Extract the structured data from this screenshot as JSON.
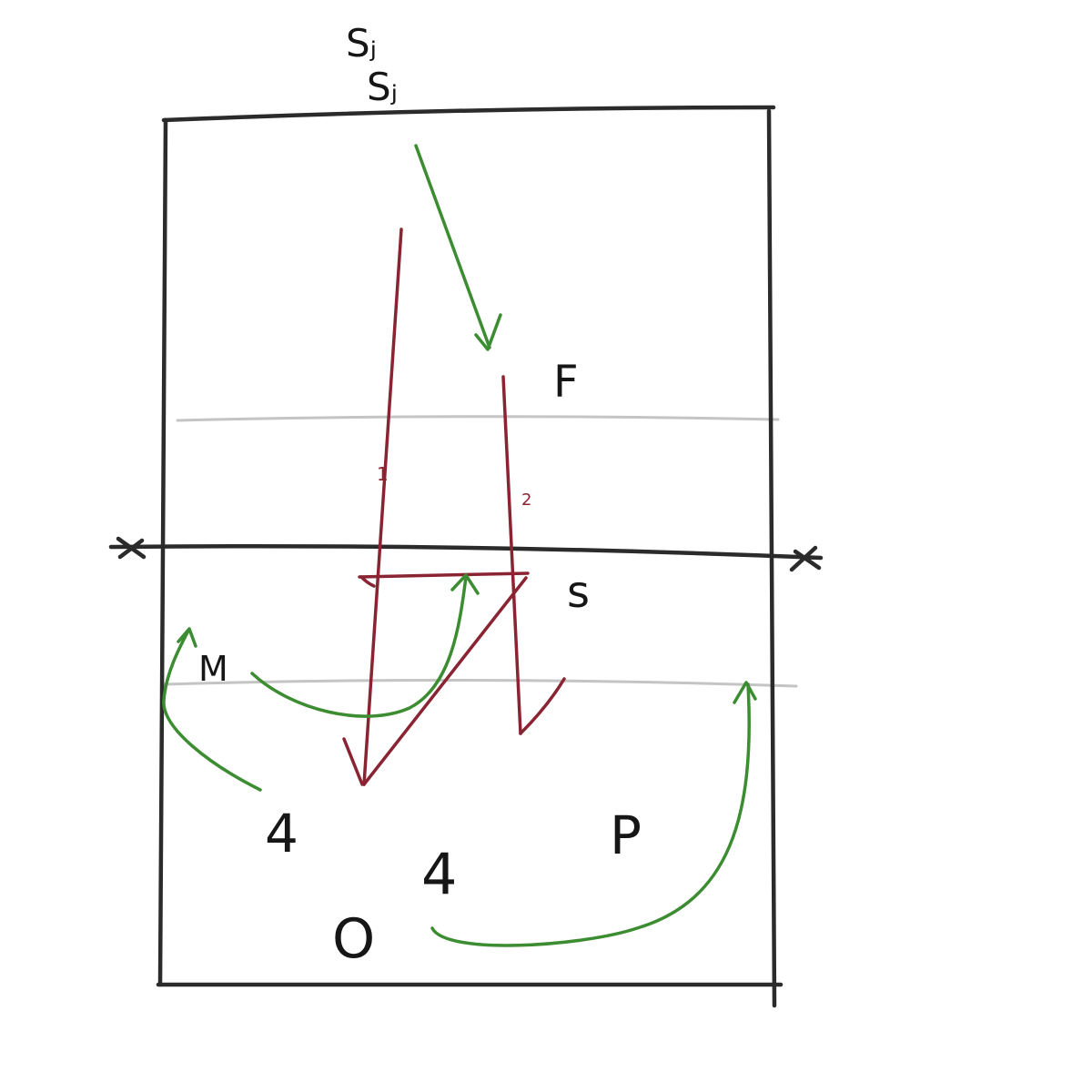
{
  "labels": {
    "top_1": "Sⱼ",
    "top_2": "Sⱼ",
    "f": "F",
    "s": "s",
    "m": "M",
    "four_left": "4",
    "four_center": "4",
    "p": "P",
    "o": "O"
  },
  "route_numbers": {
    "one": "1",
    "two": "2"
  },
  "colors": {
    "court": "#2b2b2b",
    "guide": "#c4c4c4",
    "red_route": "#8a2433",
    "green_route": "#3c8d31"
  }
}
